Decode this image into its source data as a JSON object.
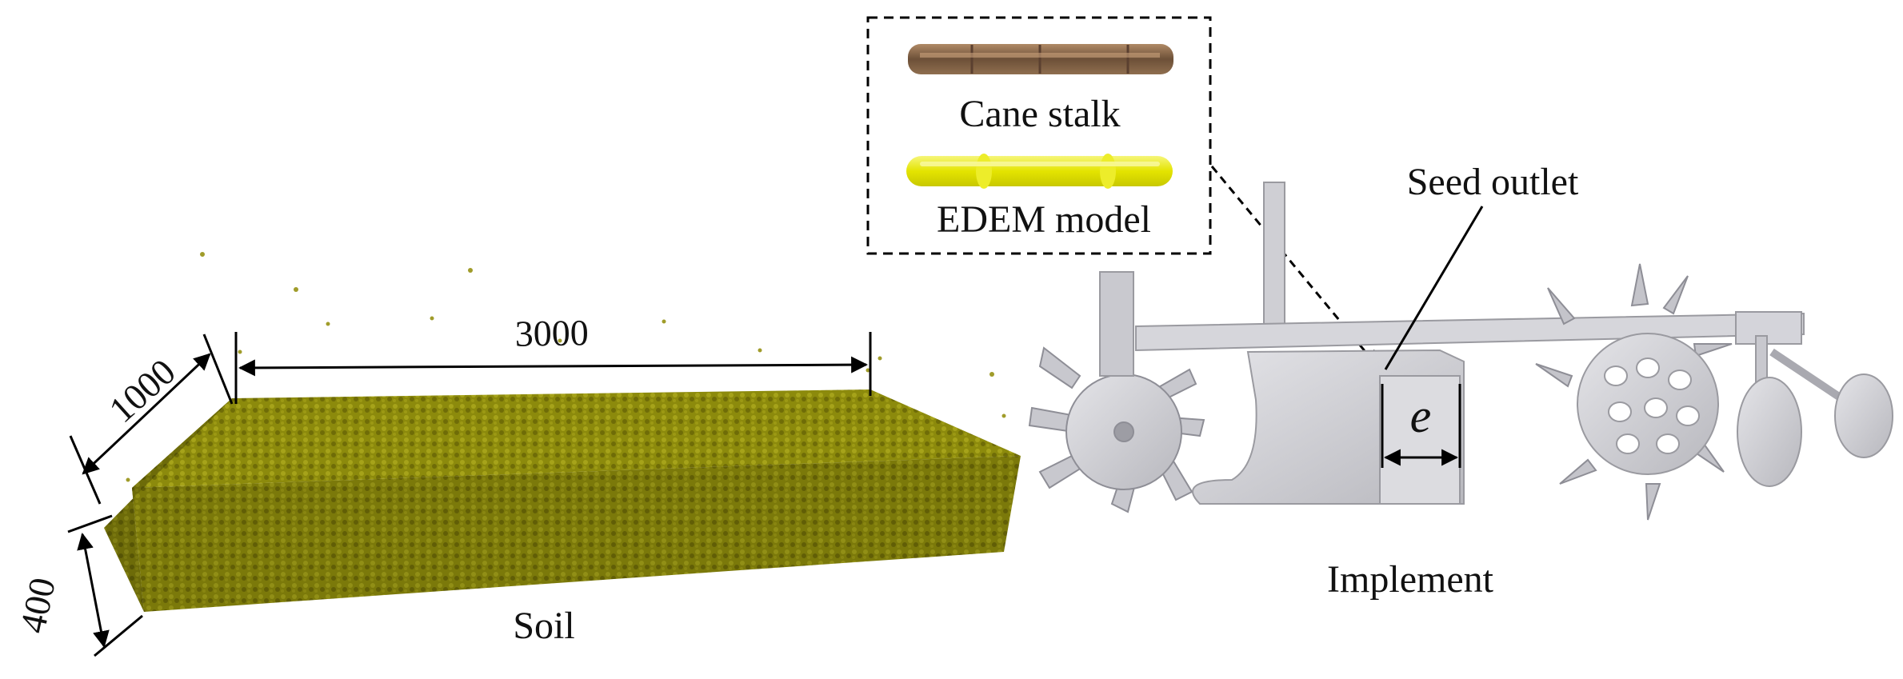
{
  "labels": {
    "cane_stalk": "Cane stalk",
    "edem_model": "EDEM model",
    "seed_outlet": "Seed outlet",
    "implement": "Implement",
    "soil": "Soil",
    "length_dim": "3000",
    "width_dim": "1000",
    "depth_dim": "400",
    "offset_symbol": "e"
  },
  "colors": {
    "soil": "#8c8a0c",
    "soil_dark": "#6e6b06",
    "edem_model": "#e6e600",
    "cane_stalk": "#8a6a4a",
    "implement": "#d4d4d8",
    "implement_shade": "#b4b4ba",
    "dimension_lines": "#000000"
  },
  "icons": {
    "cane_stalk_image": "cane-stalk-photo",
    "edem_model_image": "edem-particle-model",
    "soil_bin": "soil-particle-bin",
    "implement": "planter-implement"
  }
}
